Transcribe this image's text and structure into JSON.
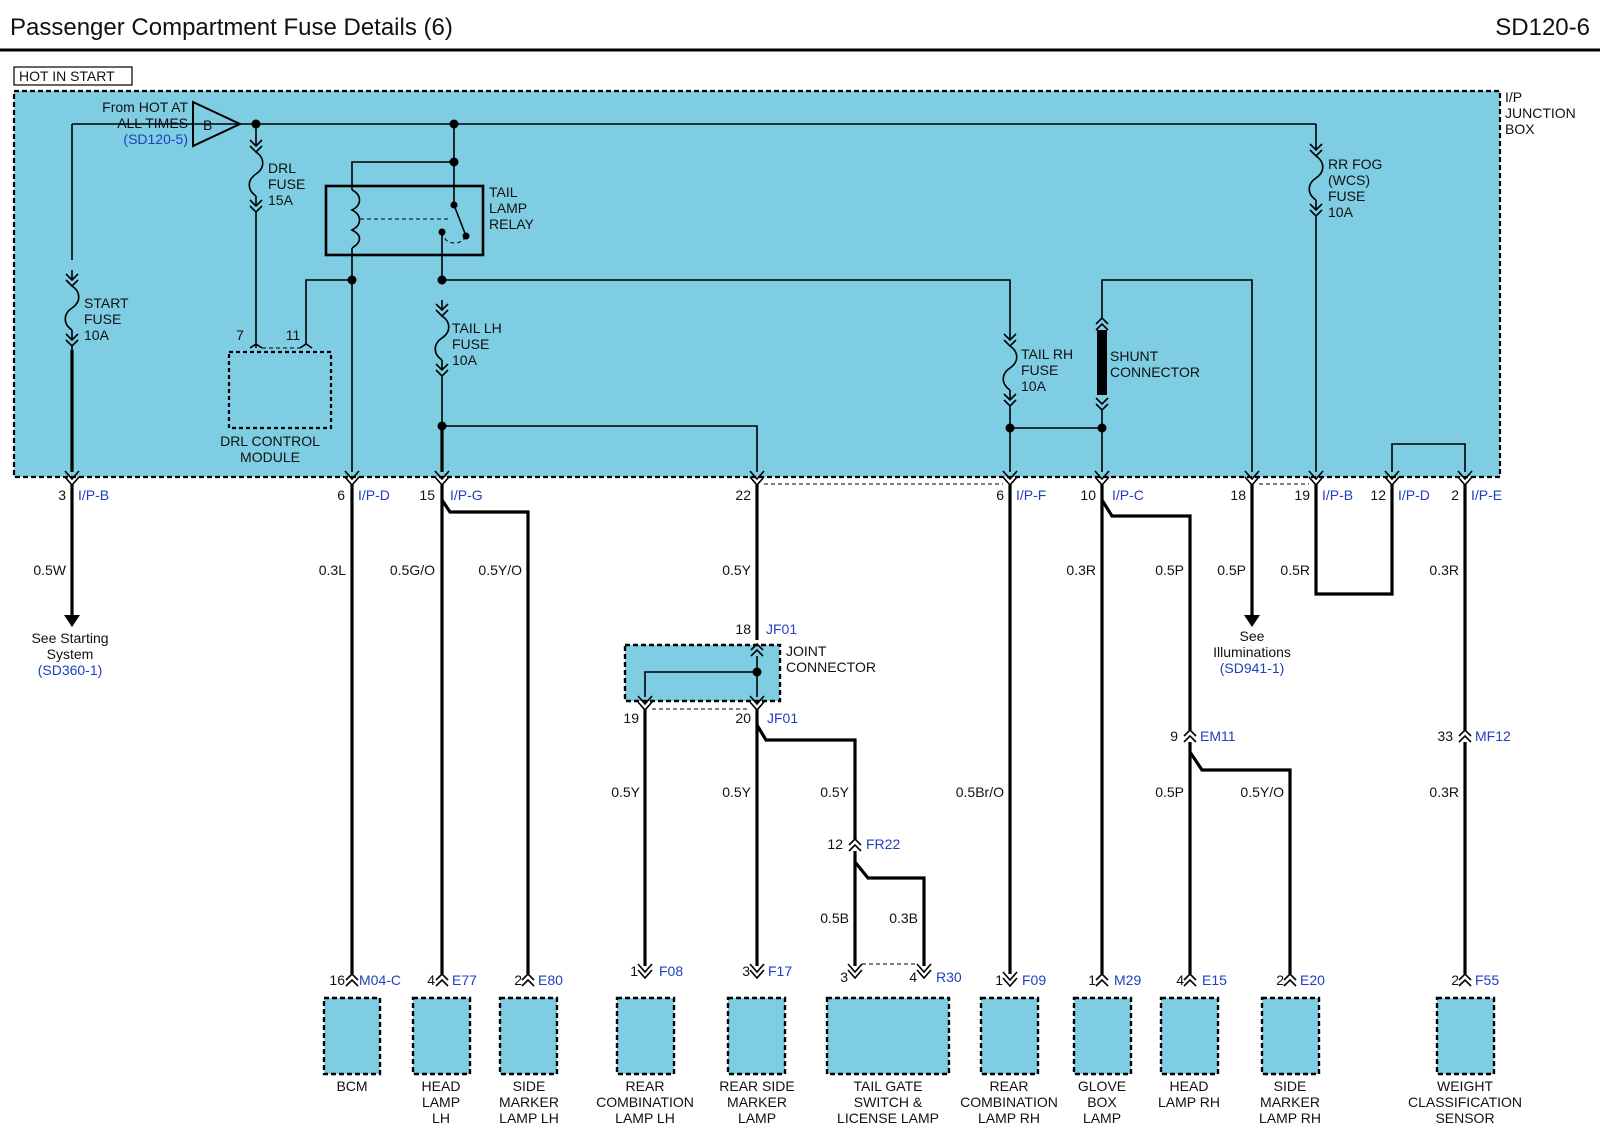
{
  "header": {
    "title": "Passenger Compartment Fuse Details (6)",
    "code": "SD120-6"
  },
  "hot_label": "HOT IN START",
  "junction_box": [
    "I/P",
    "JUNCTION",
    "BOX"
  ],
  "source": {
    "from": [
      "From HOT AT",
      "ALL TIMES"
    ],
    "ref": "(SD120-5)",
    "pin": "B"
  },
  "fuses": {
    "drl": [
      "DRL",
      "FUSE",
      "15A"
    ],
    "start": [
      "START",
      "FUSE",
      "10A"
    ],
    "tail_lh": [
      "TAIL LH",
      "FUSE",
      "10A"
    ],
    "tail_rh": [
      "TAIL RH",
      "FUSE",
      "10A"
    ],
    "rr_fog": [
      "RR FOG",
      "(WCS)",
      "FUSE",
      "10A"
    ]
  },
  "relay": [
    "TAIL",
    "LAMP",
    "RELAY"
  ],
  "shunt": [
    "SHUNT",
    "CONNECTOR"
  ],
  "drl_module": {
    "label": [
      "DRL CONTROL",
      "MODULE"
    ],
    "pin_a": "7",
    "pin_b": "11"
  },
  "joint": {
    "label": [
      "JOINT",
      "CONNECTOR"
    ],
    "in_pin": "18",
    "in_conn": "JF01",
    "out_a": "19",
    "out_b": "20",
    "out_conn": "JF01"
  },
  "box_pins": [
    {
      "num": "3",
      "conn": "I/P-B"
    },
    {
      "num": "6",
      "conn": "I/P-D"
    },
    {
      "num": "15",
      "conn": "I/P-G"
    },
    {
      "num": "22",
      "conn": ""
    },
    {
      "num": "6",
      "conn": "I/P-F"
    },
    {
      "num": "10",
      "conn": "I/P-C"
    },
    {
      "num": "18",
      "conn": ""
    },
    {
      "num": "19",
      "conn": "I/P-B"
    },
    {
      "num": "12",
      "conn": "I/P-D"
    },
    {
      "num": "2",
      "conn": "I/P-E"
    }
  ],
  "wires": {
    "start": "0.5W",
    "bcm": "0.3L",
    "head_lh": "0.5G/O",
    "side_lh": "0.5Y/O",
    "jf_in": "0.5Y",
    "rear_comb_rh": "0.5Br/O",
    "glove": "0.3R",
    "em11_in": "0.5P",
    "illum": "0.5P",
    "loop": "0.5R",
    "wcs_top": "0.3R",
    "rear_comb_lh": "0.5Y",
    "rear_side": "0.5Y",
    "fr22_in": "0.5Y",
    "head_rh": "0.5P",
    "side_rh": "0.5Y/O",
    "wcs_bottom": "0.3R",
    "r30_a": "0.5B",
    "r30_b": "0.3B"
  },
  "inline": {
    "em11": {
      "num": "9",
      "conn": "EM11"
    },
    "mf12": {
      "num": "33",
      "conn": "MF12"
    },
    "fr22": {
      "num": "12",
      "conn": "FR22"
    }
  },
  "refs": {
    "starting": {
      "text": [
        "See Starting",
        "System"
      ],
      "ref": "(SD360-1)"
    },
    "illum": {
      "text": [
        "See",
        "Illuminations"
      ],
      "ref": "(SD941-1)"
    }
  },
  "components": [
    {
      "pin": "16",
      "conn": "M04-C",
      "label": [
        "BCM"
      ]
    },
    {
      "pin": "4",
      "conn": "E77",
      "label": [
        "HEAD",
        "LAMP",
        "LH"
      ]
    },
    {
      "pin": "2",
      "conn": "E80",
      "label": [
        "SIDE",
        "MARKER",
        "LAMP LH"
      ]
    },
    {
      "pin": "1",
      "conn": "F08",
      "label": [
        "REAR",
        "COMBINATION",
        "LAMP LH"
      ]
    },
    {
      "pin": "3",
      "conn": "F17",
      "label": [
        "REAR SIDE",
        "MARKER",
        "LAMP"
      ]
    },
    {
      "pin": "3",
      "pin2": "4",
      "conn": "R30",
      "label": [
        "TAIL GATE",
        "SWITCH &",
        "LICENSE LAMP"
      ]
    },
    {
      "pin": "1",
      "conn": "F09",
      "label": [
        "REAR",
        "COMBINATION",
        "LAMP RH"
      ]
    },
    {
      "pin": "1",
      "conn": "M29",
      "label": [
        "GLOVE",
        "BOX",
        "LAMP"
      ]
    },
    {
      "pin": "4",
      "conn": "E15",
      "label": [
        "HEAD",
        "LAMP RH"
      ]
    },
    {
      "pin": "2",
      "conn": "E20",
      "label": [
        "SIDE",
        "MARKER",
        "LAMP RH"
      ]
    },
    {
      "pin": "2",
      "conn": "F55",
      "label": [
        "WEIGHT",
        "CLASSIFICATION",
        "SENSOR"
      ]
    }
  ]
}
